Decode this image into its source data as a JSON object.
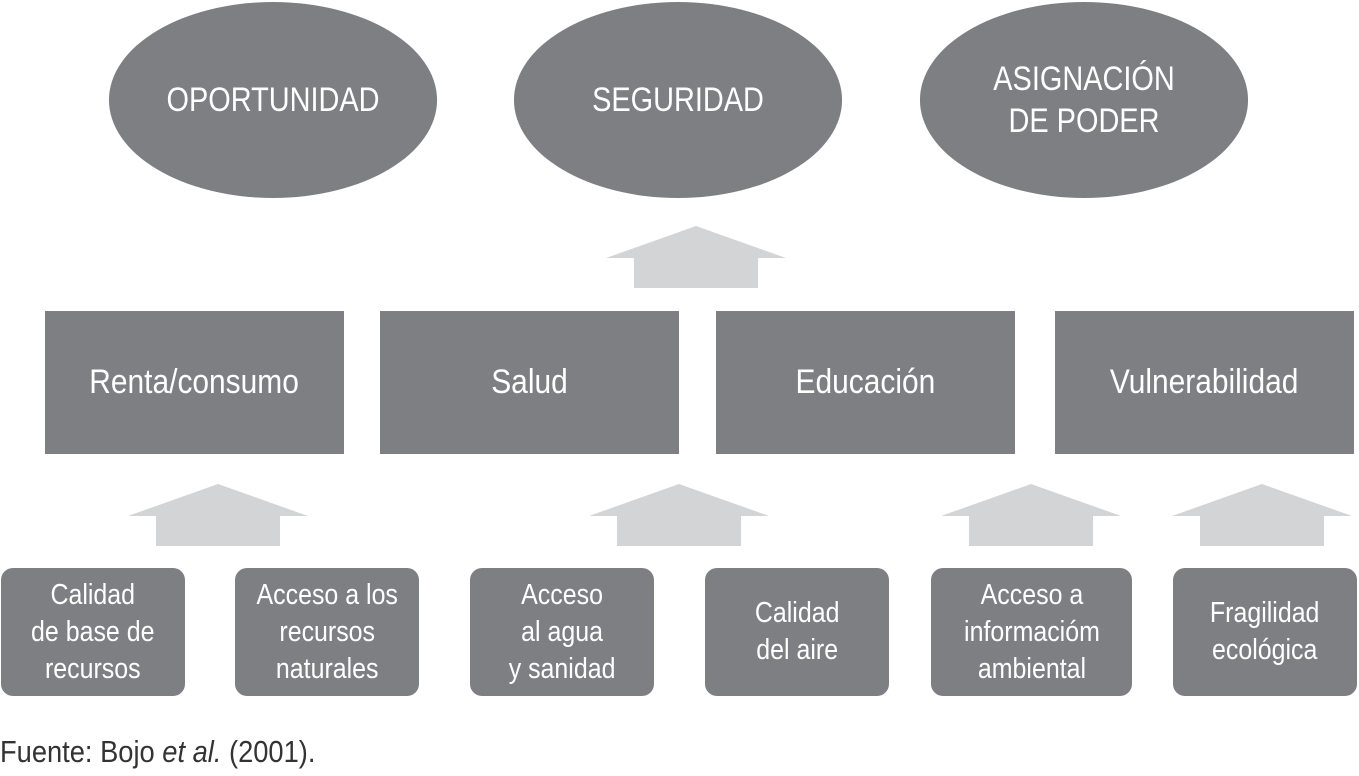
{
  "outcomes": [
    {
      "lines": [
        "OPORTUNIDAD"
      ]
    },
    {
      "lines": [
        "SEGURIDAD"
      ]
    },
    {
      "lines": [
        "ASIGNACIÓN",
        "DE PODER"
      ]
    }
  ],
  "dimensions": [
    "Renta/consumo",
    "Salud",
    "Educación",
    "Vulnerabilidad"
  ],
  "factors": [
    {
      "lines": [
        "Calidad",
        "de base de",
        "recursos"
      ]
    },
    {
      "lines": [
        "Acceso a los",
        "recursos",
        "naturales"
      ]
    },
    {
      "lines": [
        "Acceso",
        "al agua",
        "y sanidad"
      ]
    },
    {
      "lines": [
        "Calidad",
        "del aire"
      ]
    },
    {
      "lines": [
        "Acceso a",
        "informacióm",
        "ambiental"
      ]
    },
    {
      "lines": [
        "Fragilidad",
        "ecológica"
      ]
    }
  ],
  "source": {
    "prefix": "Fuente: Bojo ",
    "italic": "et al.",
    "suffix": " (2001)."
  },
  "colors": {
    "shape_fill": "#7e7f82",
    "arrow_fill": "#d3d4d5",
    "text_on_shape": "#ffffff"
  }
}
